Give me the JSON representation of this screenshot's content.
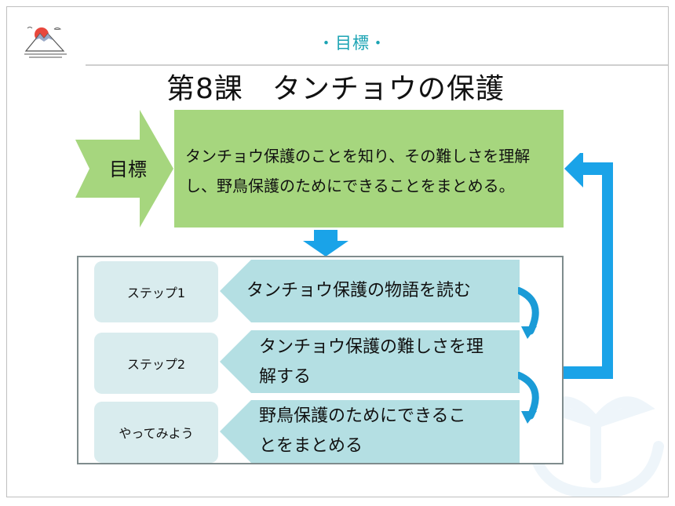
{
  "header": {
    "title": "・目標・"
  },
  "lesson": {
    "title": "第8課　タンチョウの保護"
  },
  "goal": {
    "label": "目標",
    "line1": "タンチョウ保護のことを知り、その難しさを理解",
    "line2": "し、野鳥保護のためにできることをまとめる。"
  },
  "steps": [
    {
      "label": "ステップ1",
      "line1": "タンチョウ保護の物語を読む",
      "line2": ""
    },
    {
      "label": "ステップ2",
      "line1": "タンチョウ保護の難しさを理",
      "line2": "解する"
    },
    {
      "label": "やってみよう",
      "line1": "野鳥保護のためにできるこ",
      "line2": "とをまとめる"
    }
  ],
  "colors": {
    "accent_blue": "#1aa3e8",
    "goal_green": "#a6d67e",
    "step_arrow": "#b4dfe3",
    "step_label": "#d9ecee",
    "header_teal": "#1aa3b3"
  }
}
